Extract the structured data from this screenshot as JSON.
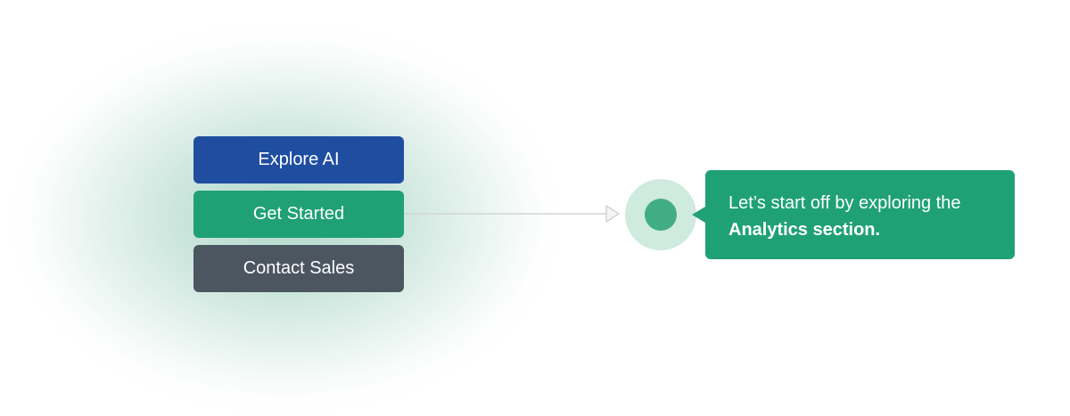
{
  "buttons": {
    "explore_label": "Explore AI",
    "get_started_label": "Get Started",
    "contact_sales_label": "Contact Sales"
  },
  "tooltip": {
    "text": "Let’s start off by exploring the",
    "highlight": "Analytics section."
  },
  "colors": {
    "explore": "#1f4ea1",
    "get_started": "#1fa175",
    "contact_sales": "#4b5661",
    "tooltip_bg": "#1fa175",
    "target_ring": "#cfeade",
    "target_dot": "#41ad87"
  },
  "icons": {
    "connector_arrow": "arrow-right-icon",
    "target": "target-dot-icon"
  }
}
